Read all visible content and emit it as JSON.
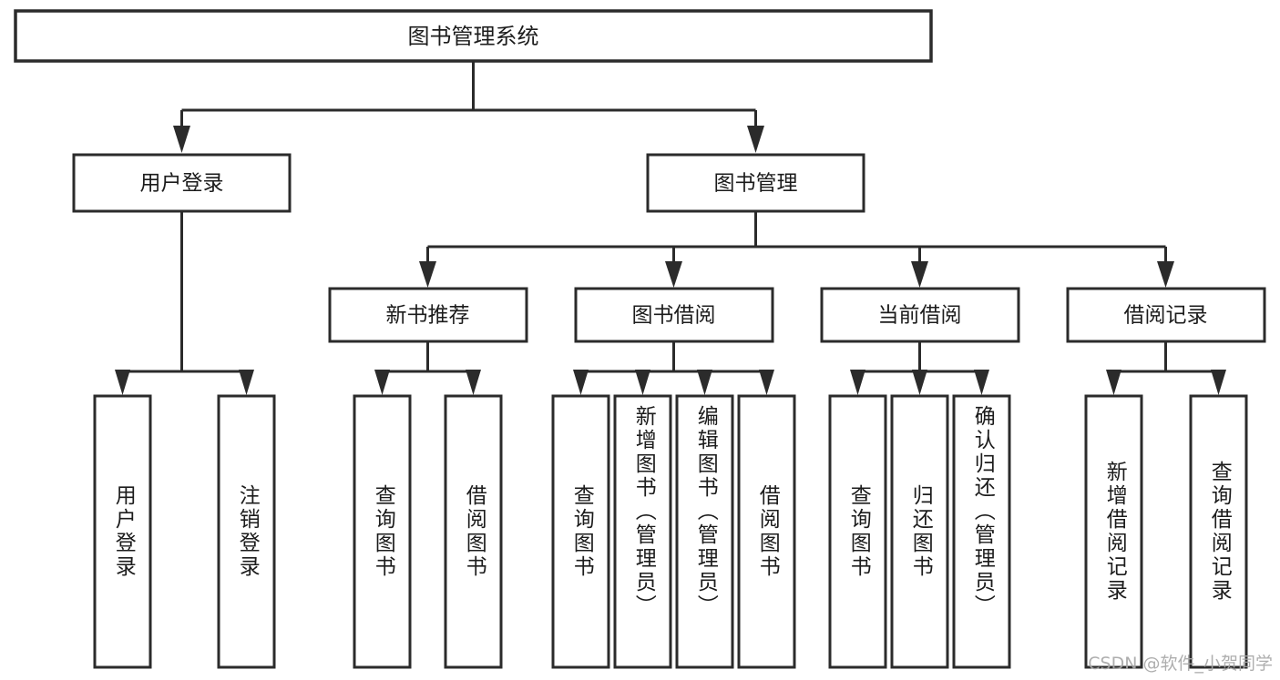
{
  "diagram": {
    "title": "图书管理系统",
    "type": "tree",
    "root": {
      "id": "root",
      "label": "图书管理系统",
      "level": 0
    },
    "level2": [
      {
        "id": "user-login",
        "label": "用户登录"
      },
      {
        "id": "book-management",
        "label": "图书管理"
      }
    ],
    "level3": [
      {
        "id": "new-book-recommend",
        "label": "新书推荐",
        "parent": "book-management"
      },
      {
        "id": "book-borrow",
        "label": "图书借阅",
        "parent": "book-management"
      },
      {
        "id": "current-borrow",
        "label": "当前借阅",
        "parent": "book-management"
      },
      {
        "id": "borrow-record",
        "label": "借阅记录",
        "parent": "book-management"
      }
    ],
    "leaves": [
      {
        "id": "leaf-user-login",
        "label": "用户登录",
        "parent": "user-login"
      },
      {
        "id": "leaf-logout-login",
        "label": "注销登录",
        "parent": "user-login"
      },
      {
        "id": "leaf-query-book-1",
        "label": "查询图书",
        "parent": "new-book-recommend"
      },
      {
        "id": "leaf-borrow-book-1",
        "label": "借阅图书",
        "parent": "new-book-recommend"
      },
      {
        "id": "leaf-query-book-2",
        "label": "查询图书",
        "parent": "book-borrow"
      },
      {
        "id": "leaf-add-book",
        "label": "新增图书（管理员）",
        "parent": "book-borrow"
      },
      {
        "id": "leaf-edit-book",
        "label": "编辑图书（管理员）",
        "parent": "book-borrow"
      },
      {
        "id": "leaf-borrow-book-2",
        "label": "借阅图书",
        "parent": "book-borrow"
      },
      {
        "id": "leaf-query-book-3",
        "label": "查询图书",
        "parent": "current-borrow"
      },
      {
        "id": "leaf-return-book",
        "label": "归还图书",
        "parent": "current-borrow"
      },
      {
        "id": "leaf-confirm-return",
        "label": "确认归还（管理员）",
        "parent": "current-borrow"
      },
      {
        "id": "leaf-add-record",
        "label": "新增借阅记录",
        "parent": "borrow-record"
      },
      {
        "id": "leaf-query-record",
        "label": "查询借阅记录",
        "parent": "borrow-record"
      }
    ],
    "colors": {
      "stroke": "#2b2b2b",
      "fill": "#ffffff",
      "text": "#1c1c1c",
      "watermark": "#a8a8a8"
    }
  },
  "watermark": {
    "text": "CSDN @软件_小贺同学"
  }
}
